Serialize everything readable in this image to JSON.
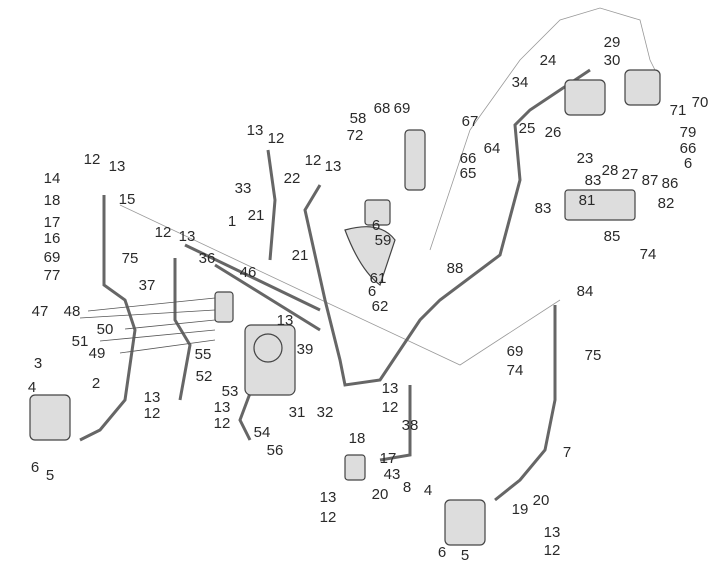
{
  "diagram": {
    "type": "exploded parts diagram - brake lines and ABS unit",
    "callouts": [
      "29",
      "30",
      "24",
      "34",
      "70",
      "71",
      "25",
      "26",
      "79",
      "66",
      "6",
      "23",
      "28",
      "27",
      "87",
      "86",
      "83",
      "81",
      "83",
      "82",
      "85",
      "74",
      "84",
      "58",
      "72",
      "68",
      "69",
      "67",
      "64",
      "66",
      "65",
      "6",
      "59",
      "61",
      "6",
      "62",
      "88",
      "13",
      "12",
      "33",
      "22",
      "12",
      "13",
      "21",
      "21",
      "1",
      "12",
      "13",
      "14",
      "18",
      "15",
      "17",
      "16",
      "12",
      "13",
      "69",
      "75",
      "77",
      "36",
      "46",
      "37",
      "47",
      "48",
      "50",
      "51",
      "49",
      "13",
      "39",
      "55",
      "52",
      "53",
      "13",
      "12",
      "31",
      "32",
      "54",
      "56",
      "3",
      "4",
      "2",
      "13",
      "12",
      "6",
      "5",
      "13",
      "12",
      "38",
      "18",
      "17",
      "43",
      "20",
      "13",
      "12",
      "69",
      "75",
      "74",
      "7",
      "8",
      "4",
      "19",
      "20",
      "13",
      "12",
      "6",
      "5"
    ]
  }
}
